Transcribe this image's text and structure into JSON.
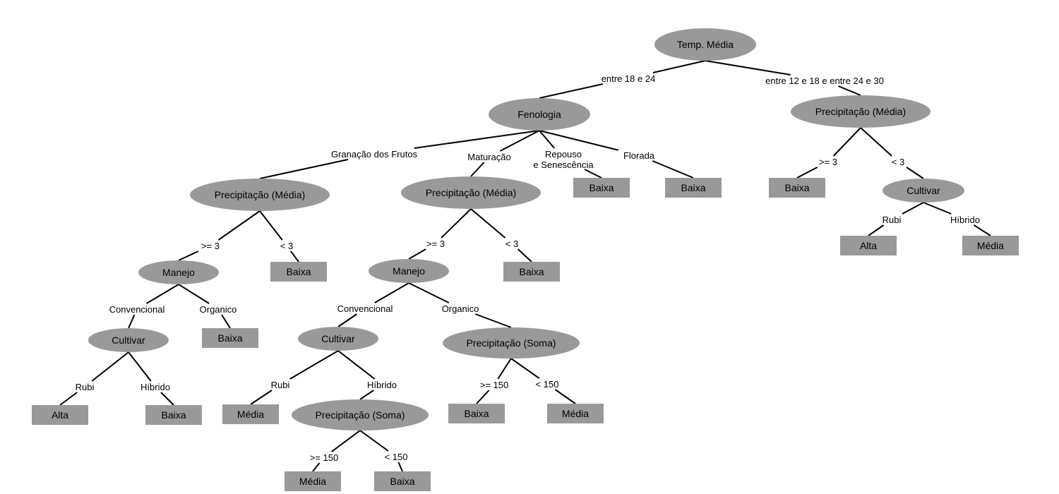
{
  "diagram": {
    "type": "decision-tree",
    "colors": {
      "node_fill": "#999999",
      "edge": "#000000",
      "text": "#000000",
      "background": "#ffffff"
    },
    "nodes": [
      {
        "id": "root",
        "label": "Temp. Média",
        "kind": "decision"
      },
      {
        "id": "fenologia",
        "label": "Fenologia",
        "kind": "decision"
      },
      {
        "id": "precip_r",
        "label": "Precipitação (Média)",
        "kind": "decision"
      },
      {
        "id": "leaf_r_baixa",
        "label": "Baixa",
        "kind": "leaf"
      },
      {
        "id": "cultivar_r",
        "label": "Cultivar",
        "kind": "decision"
      },
      {
        "id": "leaf_r_alta",
        "label": "Alta",
        "kind": "leaf"
      },
      {
        "id": "leaf_r_media",
        "label": "Média",
        "kind": "leaf"
      },
      {
        "id": "precip_gf",
        "label": "Precipitação (Média)",
        "kind": "decision"
      },
      {
        "id": "precip_mat",
        "label": "Precipitação (Média)",
        "kind": "decision"
      },
      {
        "id": "leaf_rep",
        "label": "Baixa",
        "kind": "leaf"
      },
      {
        "id": "leaf_flo",
        "label": "Baixa",
        "kind": "leaf"
      },
      {
        "id": "manejo_gf",
        "label": "Manejo",
        "kind": "decision"
      },
      {
        "id": "leaf_gf_lt3",
        "label": "Baixa",
        "kind": "leaf"
      },
      {
        "id": "cultivar_gf",
        "label": "Cultivar",
        "kind": "decision"
      },
      {
        "id": "leaf_gf_org",
        "label": "Baixa",
        "kind": "leaf"
      },
      {
        "id": "leaf_gf_rubi",
        "label": "Alta",
        "kind": "leaf"
      },
      {
        "id": "leaf_gf_hib",
        "label": "Baixa",
        "kind": "leaf"
      },
      {
        "id": "manejo_mat",
        "label": "Manejo",
        "kind": "decision"
      },
      {
        "id": "leaf_mat_lt3",
        "label": "Baixa",
        "kind": "leaf"
      },
      {
        "id": "cultivar_mat",
        "label": "Cultivar",
        "kind": "decision"
      },
      {
        "id": "precsoma_org",
        "label": "Precipitação (Soma)",
        "kind": "decision"
      },
      {
        "id": "leaf_mat_rubi",
        "label": "Média",
        "kind": "leaf"
      },
      {
        "id": "precsoma_hib",
        "label": "Precipitação (Soma)",
        "kind": "decision"
      },
      {
        "id": "leaf_hib_ge150",
        "label": "Média",
        "kind": "leaf"
      },
      {
        "id": "leaf_hib_lt150",
        "label": "Baixa",
        "kind": "leaf"
      },
      {
        "id": "leaf_org_ge150",
        "label": "Baixa",
        "kind": "leaf"
      },
      {
        "id": "leaf_org_lt150",
        "label": "Média",
        "kind": "leaf"
      }
    ],
    "edges": [
      {
        "from": "root",
        "to": "fenologia",
        "label": "entre 18 e 24"
      },
      {
        "from": "root",
        "to": "precip_r",
        "label": "entre 12 e 18 e entre 24 e 30"
      },
      {
        "from": "precip_r",
        "to": "leaf_r_baixa",
        "label": ">= 3"
      },
      {
        "from": "precip_r",
        "to": "cultivar_r",
        "label": "< 3"
      },
      {
        "from": "cultivar_r",
        "to": "leaf_r_alta",
        "label": "Rubi"
      },
      {
        "from": "cultivar_r",
        "to": "leaf_r_media",
        "label": "Híbrido"
      },
      {
        "from": "fenologia",
        "to": "precip_gf",
        "label": "Granação dos Frutos"
      },
      {
        "from": "fenologia",
        "to": "precip_mat",
        "label": "Maturação"
      },
      {
        "from": "fenologia",
        "to": "leaf_rep",
        "label": "Repouso\ne Senescência"
      },
      {
        "from": "fenologia",
        "to": "leaf_flo",
        "label": "Florada"
      },
      {
        "from": "precip_gf",
        "to": "manejo_gf",
        "label": ">= 3"
      },
      {
        "from": "precip_gf",
        "to": "leaf_gf_lt3",
        "label": "< 3"
      },
      {
        "from": "manejo_gf",
        "to": "cultivar_gf",
        "label": "Convencional"
      },
      {
        "from": "manejo_gf",
        "to": "leaf_gf_org",
        "label": "Organico"
      },
      {
        "from": "cultivar_gf",
        "to": "leaf_gf_rubi",
        "label": "Rubi"
      },
      {
        "from": "cultivar_gf",
        "to": "leaf_gf_hib",
        "label": "Híbrido"
      },
      {
        "from": "precip_mat",
        "to": "manejo_mat",
        "label": ">= 3"
      },
      {
        "from": "precip_mat",
        "to": "leaf_mat_lt3",
        "label": "< 3"
      },
      {
        "from": "manejo_mat",
        "to": "cultivar_mat",
        "label": "Convencional"
      },
      {
        "from": "manejo_mat",
        "to": "precsoma_org",
        "label": "Organico"
      },
      {
        "from": "cultivar_mat",
        "to": "leaf_mat_rubi",
        "label": "Rubi"
      },
      {
        "from": "cultivar_mat",
        "to": "precsoma_hib",
        "label": "Híbrido"
      },
      {
        "from": "precsoma_hib",
        "to": "leaf_hib_ge150",
        "label": ">= 150"
      },
      {
        "from": "precsoma_hib",
        "to": "leaf_hib_lt150",
        "label": "< 150"
      },
      {
        "from": "precsoma_org",
        "to": "leaf_org_ge150",
        "label": ">= 150"
      },
      {
        "from": "precsoma_org",
        "to": "leaf_org_lt150",
        "label": "< 150"
      }
    ]
  }
}
